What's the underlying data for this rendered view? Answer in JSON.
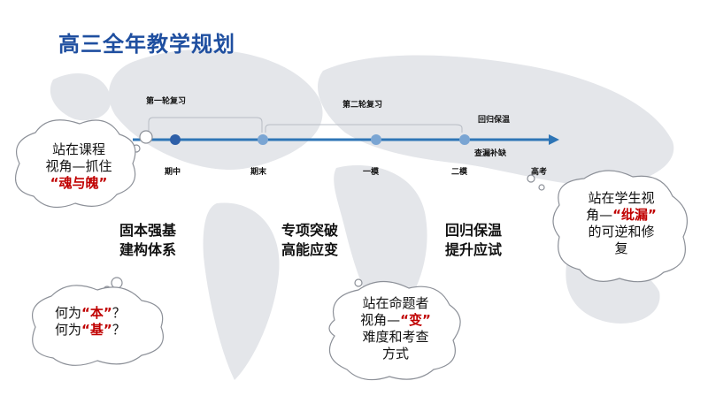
{
  "title": "高三全年教学规划",
  "timeline": {
    "phases": {
      "first": "第一轮复习",
      "second": "第二轮复习",
      "review": "回归保温",
      "fill": "查漏补缺"
    },
    "nodes": {
      "midterm": "期中",
      "final": "期末",
      "mock1": "一模",
      "mock2": "二模",
      "gaokao": "高考"
    }
  },
  "stages": {
    "s1": {
      "line1": "固本强基",
      "line2": "建构体系"
    },
    "s2": {
      "line1": "专项突破",
      "line2": "高能应变"
    },
    "s3": {
      "line1": "回归保温",
      "line2": "提升应试"
    }
  },
  "clouds": {
    "curriculum": {
      "line1": "站在课程",
      "line2": "视角—抓住",
      "highlight": "“魂与魄”"
    },
    "question": {
      "l1_pre": "何为",
      "l1_hi": "“本”",
      "l1_post": "？",
      "l2_pre": "何为",
      "l2_hi": "“基”",
      "l2_post": "？"
    },
    "student": {
      "line1": "站在学生视",
      "line2_pre": "角—",
      "line2_hi": "“纰漏”",
      "line3": "的可逆和修",
      "line4": "复"
    },
    "examiner": {
      "line1": "站在命题者",
      "line2_pre": "视角—",
      "line2_hi": "“变”",
      "line3": "难度和考查",
      "line4": "方式"
    }
  },
  "colors": {
    "title": "#1f4fa0",
    "timeline": "#2e75b6",
    "node": "#2e5fa8",
    "highlight": "#c00000"
  }
}
